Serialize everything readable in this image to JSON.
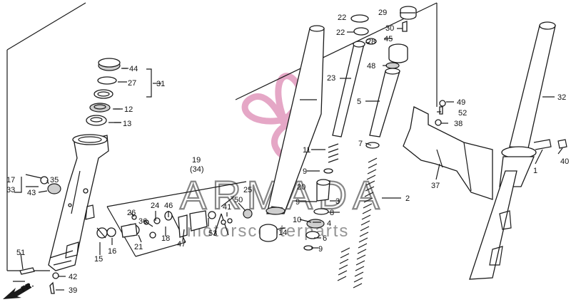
{
  "watermark": {
    "title": "ARMADA",
    "subtitle": "motorscooterparts"
  },
  "direction_label": "FR.",
  "callouts": {
    "c1": "1",
    "c2": "2",
    "c3": "3",
    "c4": "4",
    "c5": "5",
    "c6": "6",
    "c7": "7",
    "c8": "8",
    "c9a": "9",
    "c9b": "9",
    "c9c": "9",
    "c10": "10",
    "c11": "11",
    "c12": "12",
    "c13": "13",
    "c14": "14",
    "c15": "15",
    "c16": "16",
    "c17": "17",
    "c18": "18",
    "c19": "19",
    "c19b": "(34)",
    "c20": "20",
    "c21": "21",
    "c22a": "22",
    "c22b": "22",
    "c23": "23",
    "c24": "24",
    "c25": "25",
    "c26": "26",
    "c27": "27",
    "c28": "28",
    "c29": "29",
    "c30": "30",
    "c31": "31",
    "c32": "32",
    "c33": "33",
    "c35": "35",
    "c36": "36",
    "c37": "37",
    "c38": "38",
    "c39": "39",
    "c40": "40",
    "c41": "41",
    "c42": "42",
    "c43": "43",
    "c44": "44",
    "c45": "45",
    "c46": "46",
    "c47": "47",
    "c48": "48",
    "c49": "49",
    "c50": "50",
    "c51": "51",
    "c52": "52",
    "c53": "53"
  }
}
